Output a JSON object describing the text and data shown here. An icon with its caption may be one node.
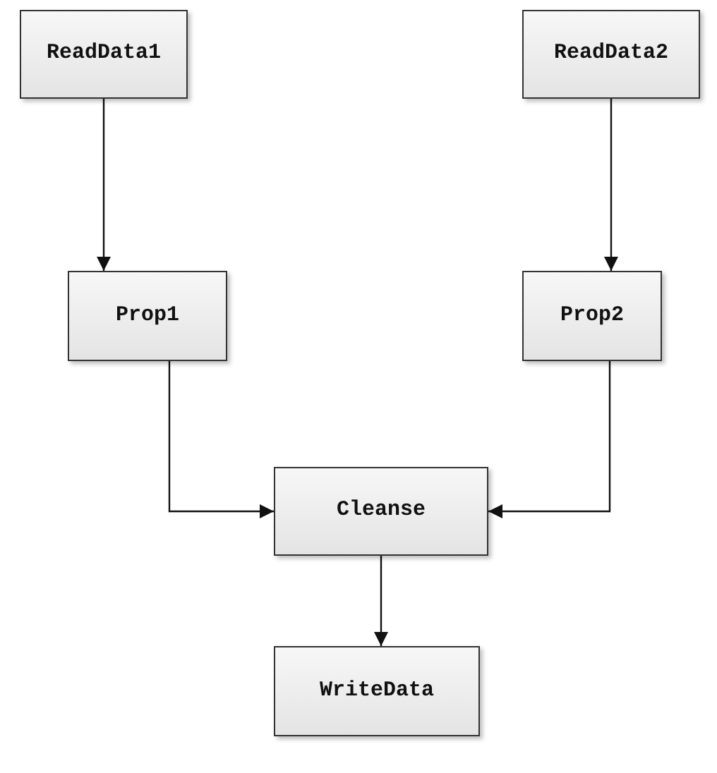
{
  "diagram": {
    "nodes": [
      {
        "text": [
          "ReadData1"
        ]
      },
      {
        "text": [
          "ReadData2"
        ]
      },
      {
        "text": [
          "Prop1"
        ]
      },
      {
        "text": [
          "Prop2"
        ]
      },
      {
        "text": [
          "Cleanse"
        ]
      },
      {
        "text": [
          "WriteData"
        ]
      }
    ],
    "edges": [
      {
        "from": 0,
        "to": 2,
        "arrow": "to"
      },
      {
        "from": 1,
        "to": 3,
        "arrow": "to"
      },
      {
        "from": 2,
        "to": 4,
        "arrow": "to"
      },
      {
        "from": 3,
        "to": 4,
        "arrow": "to"
      },
      {
        "from": 4,
        "to": 5,
        "arrow": "to"
      }
    ]
  }
}
